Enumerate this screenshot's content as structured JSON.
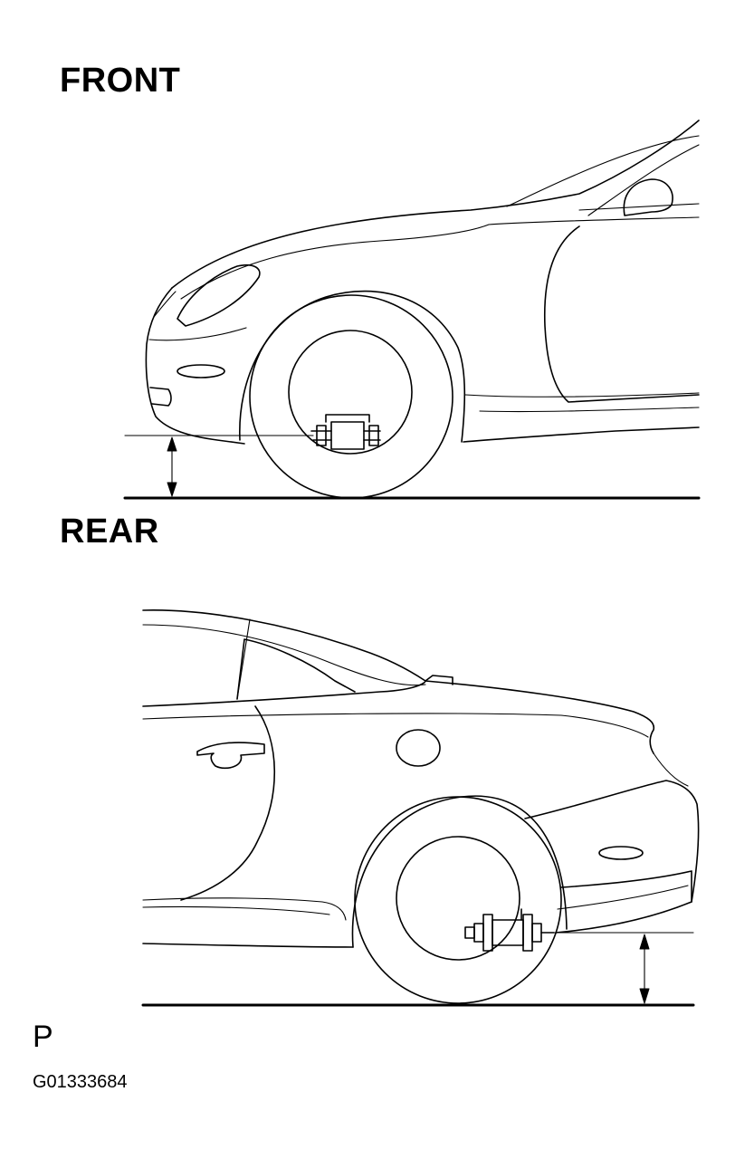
{
  "labels": {
    "front": "FRONT",
    "rear": "REAR",
    "page_marker": "P",
    "figure_code": "G01333684"
  }
}
